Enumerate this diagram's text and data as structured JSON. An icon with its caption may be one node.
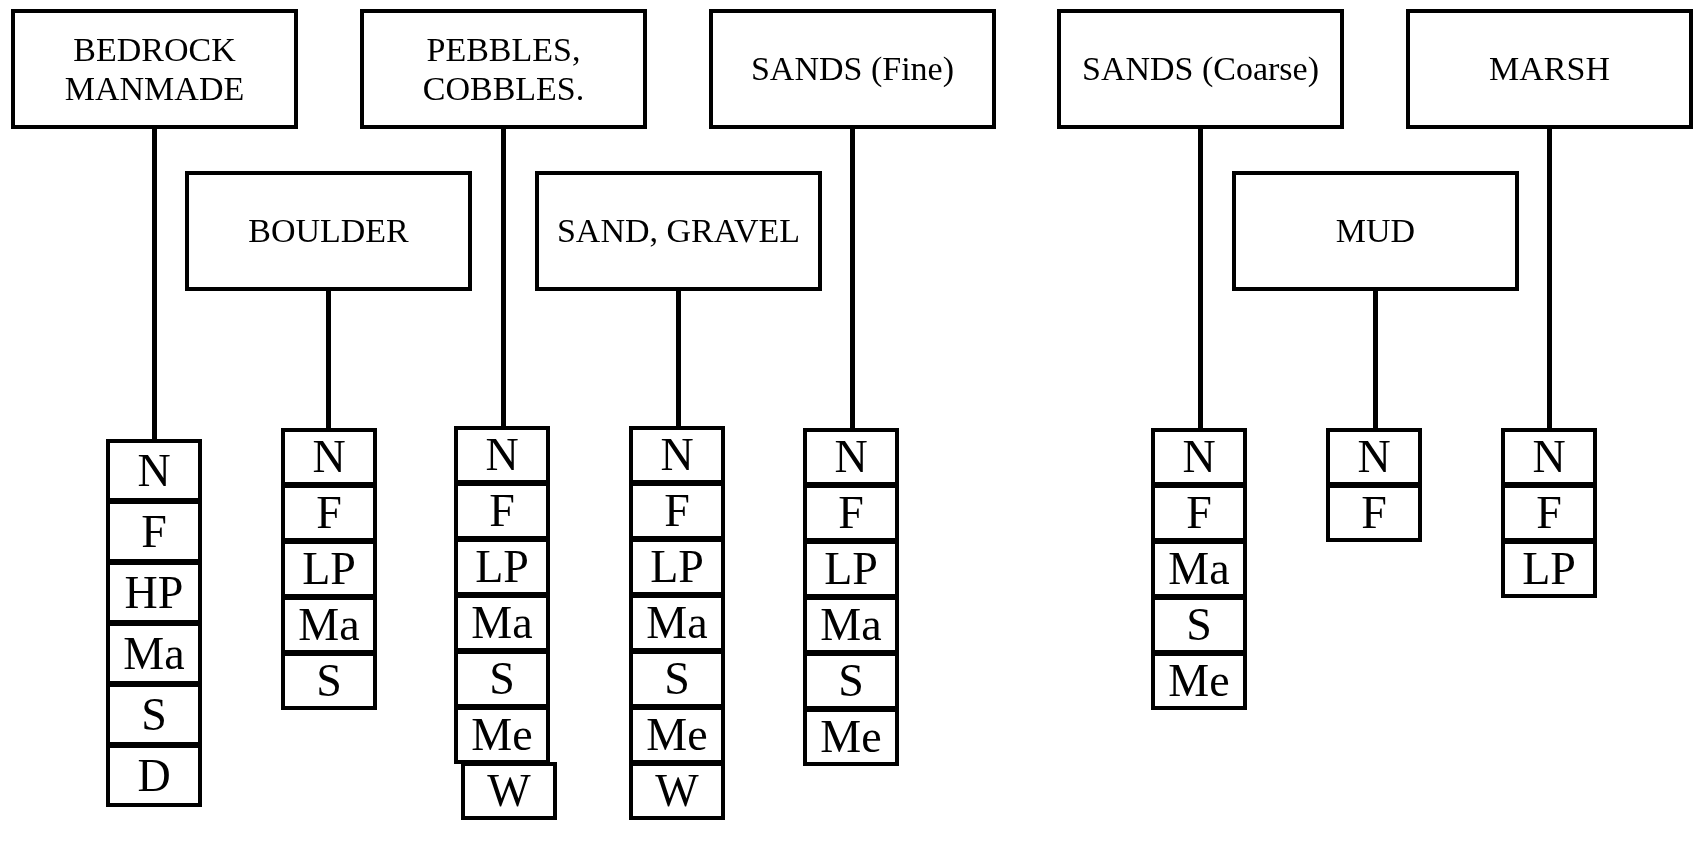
{
  "diagram": {
    "nodes": [
      {
        "text": [
          "BEDROCK MANMADE"
        ]
      },
      {
        "text": [
          "BOULDER"
        ]
      },
      {
        "text": [
          "PEBBLES, COBBLES."
        ]
      },
      {
        "text": [
          "SAND, GRAVEL"
        ]
      },
      {
        "text": [
          "SANDS (Fine)"
        ]
      },
      {
        "text": [
          "SANDS (Coarse)"
        ]
      },
      {
        "text": [
          "MUD"
        ]
      },
      {
        "text": [
          "MARSH"
        ]
      },
      {
        "text": [
          "N"
        ]
      },
      {
        "text": [
          "F"
        ]
      },
      {
        "text": [
          "HP"
        ]
      },
      {
        "text": [
          "Ma"
        ]
      },
      {
        "text": [
          "S"
        ]
      },
      {
        "text": [
          "D"
        ]
      },
      {
        "text": [
          "N"
        ]
      },
      {
        "text": [
          "F"
        ]
      },
      {
        "text": [
          "LP"
        ]
      },
      {
        "text": [
          "Ma"
        ]
      },
      {
        "text": [
          "S"
        ]
      },
      {
        "text": [
          "N"
        ]
      },
      {
        "text": [
          "F"
        ]
      },
      {
        "text": [
          "LP"
        ]
      },
      {
        "text": [
          "Ma"
        ]
      },
      {
        "text": [
          "S"
        ]
      },
      {
        "text": [
          "Me"
        ]
      },
      {
        "text": [
          "W"
        ]
      },
      {
        "text": [
          "N"
        ]
      },
      {
        "text": [
          "F"
        ]
      },
      {
        "text": [
          "LP"
        ]
      },
      {
        "text": [
          "Ma"
        ]
      },
      {
        "text": [
          "S"
        ]
      },
      {
        "text": [
          "Me"
        ]
      },
      {
        "text": [
          "W"
        ]
      },
      {
        "text": [
          "N"
        ]
      },
      {
        "text": [
          "F"
        ]
      },
      {
        "text": [
          "LP"
        ]
      },
      {
        "text": [
          "Ma"
        ]
      },
      {
        "text": [
          "S"
        ]
      },
      {
        "text": [
          "Me"
        ]
      },
      {
        "text": [
          "N"
        ]
      },
      {
        "text": [
          "F"
        ]
      },
      {
        "text": [
          "Ma"
        ]
      },
      {
        "text": [
          "S"
        ]
      },
      {
        "text": [
          "Me"
        ]
      },
      {
        "text": [
          "N"
        ]
      },
      {
        "text": [
          "F"
        ]
      },
      {
        "text": [
          "N"
        ]
      },
      {
        "text": [
          "F"
        ]
      },
      {
        "text": [
          "LP"
        ]
      }
    ],
    "edges": [
      {
        "from": 0,
        "to": 8,
        "arrow": "none"
      },
      {
        "from": 1,
        "to": 14,
        "arrow": "none"
      },
      {
        "from": 2,
        "to": 19,
        "arrow": "none"
      },
      {
        "from": 3,
        "to": 26,
        "arrow": "none"
      },
      {
        "from": 4,
        "to": 33,
        "arrow": "none"
      },
      {
        "from": 5,
        "to": 39,
        "arrow": "none"
      },
      {
        "from": 6,
        "to": 44,
        "arrow": "none"
      },
      {
        "from": 7,
        "to": 46,
        "arrow": "none"
      }
    ]
  }
}
